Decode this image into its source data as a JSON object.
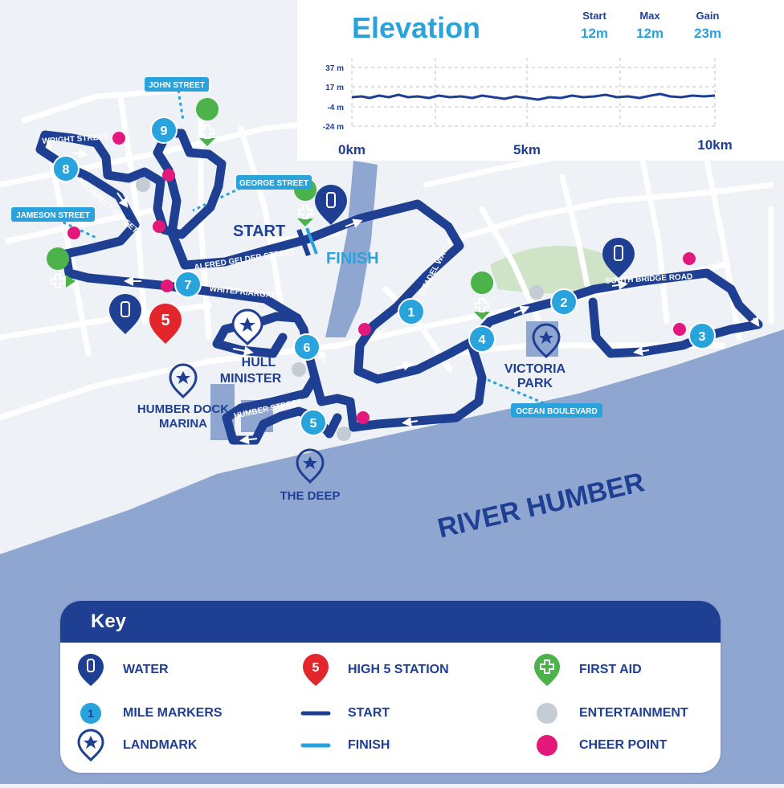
{
  "elevation": {
    "title": "Elevation",
    "stats": [
      {
        "label": "Start",
        "value": "12m"
      },
      {
        "label": "Max",
        "value": "12m"
      },
      {
        "label": "Gain",
        "value": "23m"
      }
    ],
    "y_ticks": [
      "37 m",
      "17 m",
      "-4 m",
      "-24 m"
    ],
    "x_ticks": [
      "0km",
      "5km",
      "10km"
    ]
  },
  "map": {
    "start_label": "START",
    "finish_label": "FINISH",
    "river_label": "RIVER HUMBER",
    "streets": {
      "john": "JOHN STREET",
      "wright": "WRIGHT STREET",
      "prospect": "PROSPECT STREET",
      "jameson": "JAMESON STREET",
      "george": "GEORGE STREET",
      "alfred_gelder": "ALFRED GELDER STREET",
      "whitefriargate": "WHITEFRIARGATE",
      "citadel": "CITADEL WAY",
      "south_bridge": "SOUTH BRIDGE ROAD",
      "humber": "HUMBER STREET",
      "ocean": "OCEAN BOULEVARD"
    },
    "landmarks": {
      "hull_minister": [
        "HULL",
        "MINISTER"
      ],
      "humber_dock": [
        "HUMBER DOCK",
        "MARINA"
      ],
      "the_deep": "THE DEEP",
      "victoria_park": [
        "VICTORIA",
        "PARK"
      ]
    },
    "mile_markers": [
      "1",
      "2",
      "3",
      "4",
      "5",
      "6",
      "7",
      "8",
      "9"
    ]
  },
  "key": {
    "title": "Key",
    "items": {
      "water": "WATER",
      "mile_markers": "MILE MARKERS",
      "mile_marker_sample": "1",
      "landmark": "LANDMARK",
      "high5": "HIGH 5 STATION",
      "start": "START",
      "finish": "FINISH",
      "first_aid": "FIRST AID",
      "entertainment": "ENTERTAINMENT",
      "cheer_point": "CHEER POINT"
    }
  },
  "colors": {
    "route": "#1f3f93",
    "light_blue": "#29a3dc",
    "river": "#8fa6d1",
    "water_dark": "#6f89c2",
    "cheer": "#e2187a",
    "first_aid": "#4cb24a",
    "high5": "#e3262b",
    "entertainment": "#c5ccd6"
  }
}
